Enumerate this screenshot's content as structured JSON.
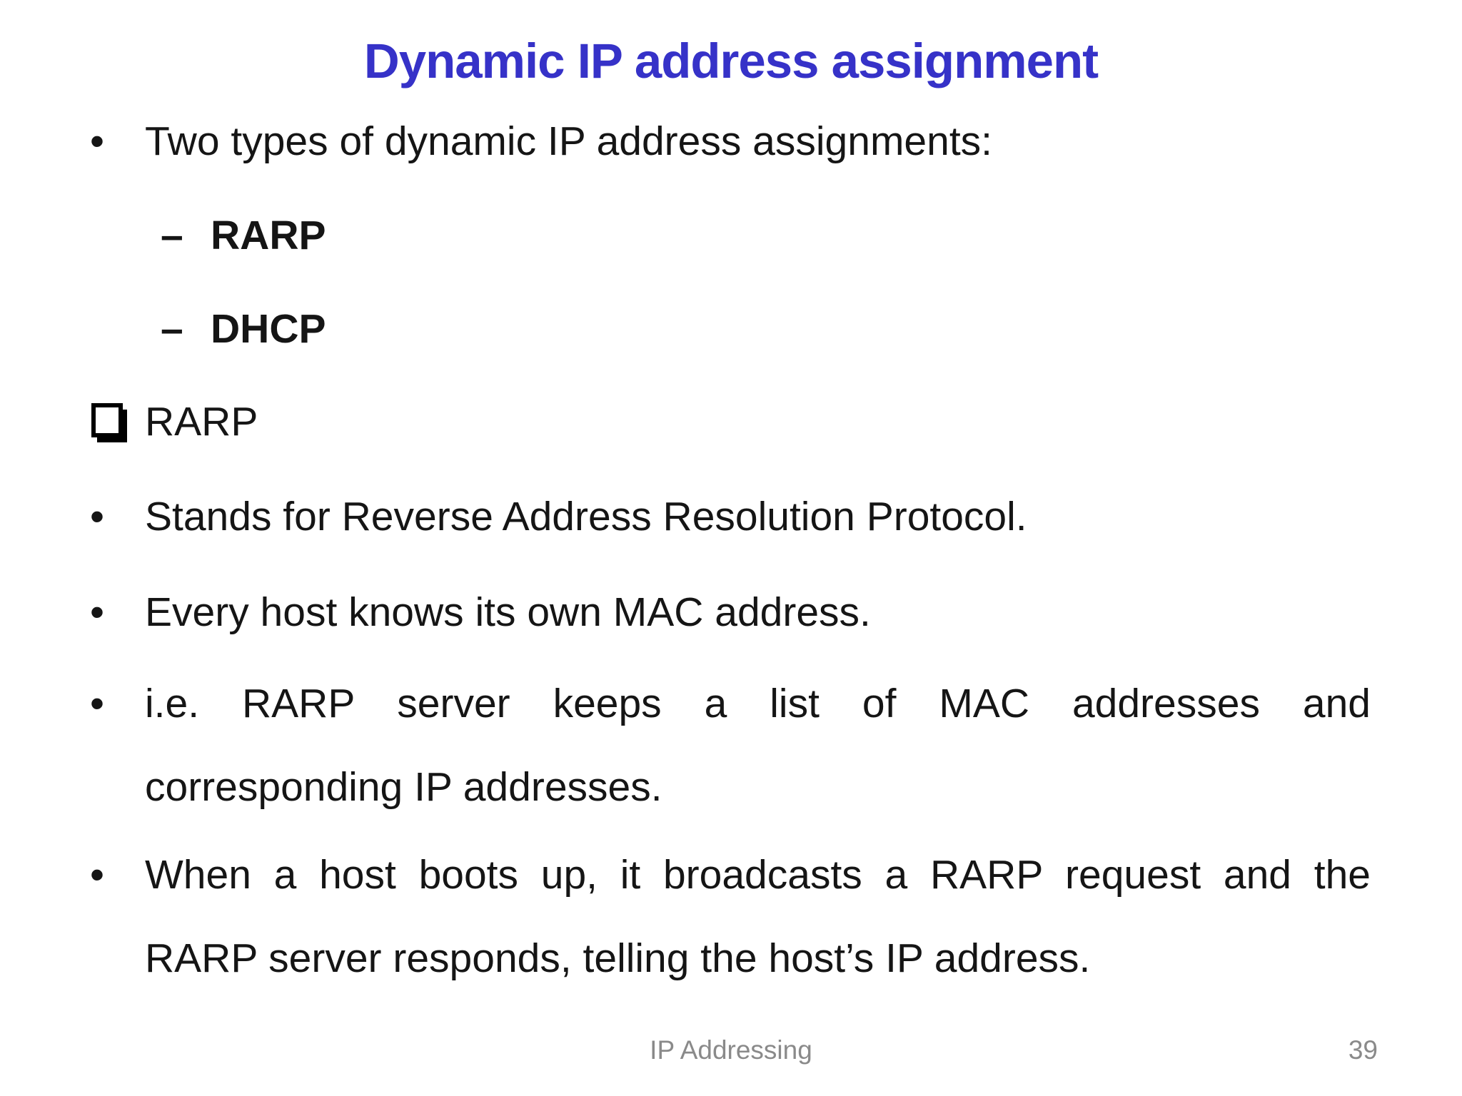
{
  "slide": {
    "title": "Dynamic IP address assignment",
    "glyphs": {
      "dot": "•",
      "dash": "–"
    },
    "rows": {
      "r1": "Two types of dynamic IP address assignments:",
      "r2": "RARP",
      "r3": "DHCP",
      "r4": "RARP",
      "r5": "Stands for Reverse Address Resolution Protocol.",
      "r6": "Every host knows its own MAC address.",
      "r7a": "i.e. RARP server keeps a list of MAC addresses and",
      "r7b": "corresponding IP addresses.",
      "r8a": "When a host boots up, it broadcasts a RARP request and the",
      "r8b": "RARP server responds, telling the host’s IP address."
    },
    "footer": {
      "text": "IP Addressing",
      "page_number": "39"
    }
  },
  "colors": {
    "title": "#3632C8",
    "body": "#151515",
    "footer": "#8A8A8A"
  }
}
